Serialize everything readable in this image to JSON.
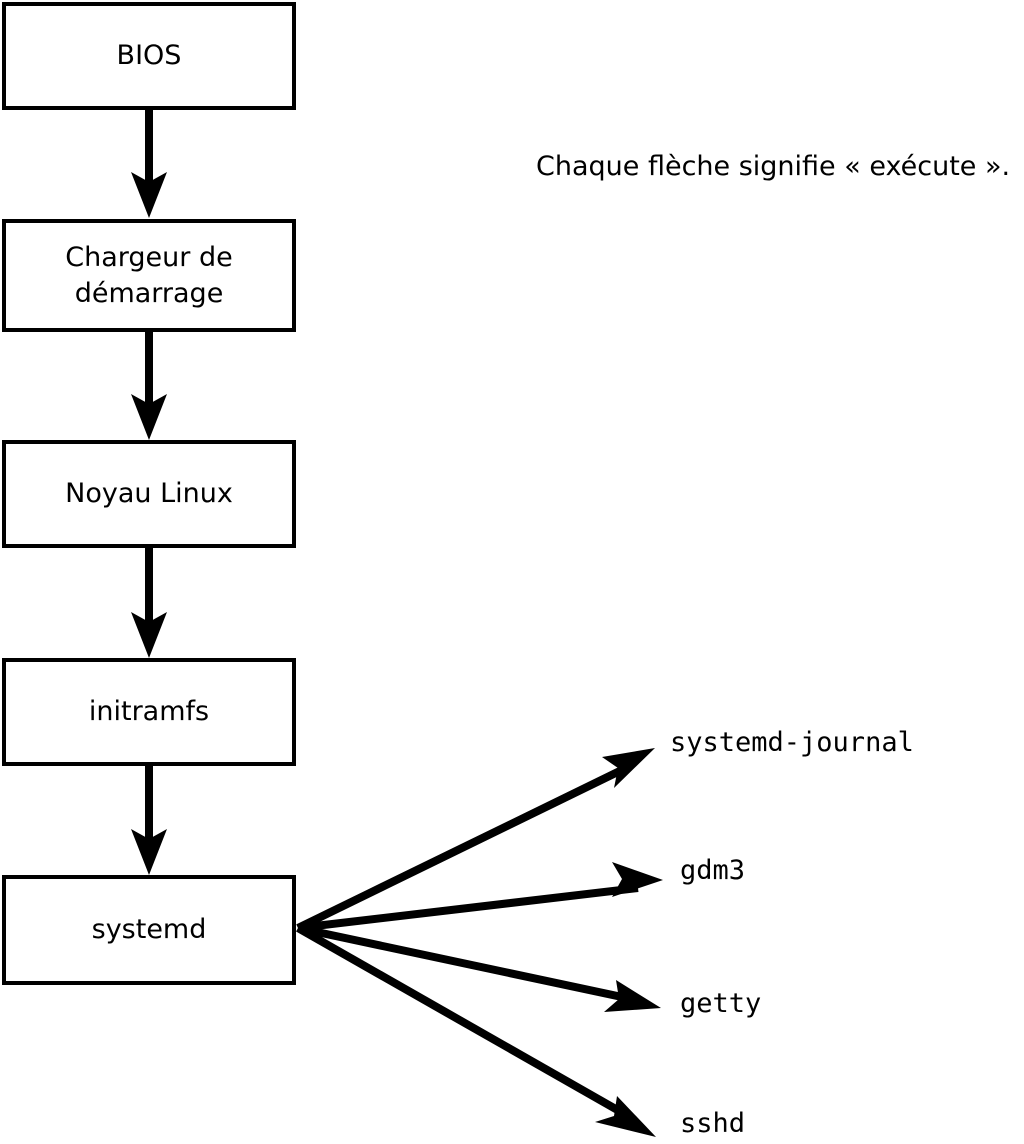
{
  "diagram": {
    "note": "Chaque flèche signifie « exécute ».",
    "arrow_meaning": "exécute",
    "colors": {
      "stroke": "#000000",
      "fill": "#ffffff",
      "text": "#000000"
    },
    "nodes": [
      {
        "id": "bios",
        "label": "BIOS"
      },
      {
        "id": "bootloader",
        "label": "Chargeur de\ndémarrage"
      },
      {
        "id": "kernel",
        "label": "Noyau Linux"
      },
      {
        "id": "initramfs",
        "label": "initramfs"
      },
      {
        "id": "systemd",
        "label": "systemd"
      }
    ],
    "branches": [
      {
        "id": "systemd-journal",
        "label": "systemd-journal"
      },
      {
        "id": "gdm3",
        "label": "gdm3"
      },
      {
        "id": "getty",
        "label": "getty"
      },
      {
        "id": "sshd",
        "label": "sshd"
      }
    ],
    "edges": [
      {
        "from": "bios",
        "to": "bootloader",
        "meaning": "exécute"
      },
      {
        "from": "bootloader",
        "to": "kernel",
        "meaning": "exécute"
      },
      {
        "from": "kernel",
        "to": "initramfs",
        "meaning": "exécute"
      },
      {
        "from": "initramfs",
        "to": "systemd",
        "meaning": "exécute"
      },
      {
        "from": "systemd",
        "to": "systemd-journal",
        "meaning": "exécute"
      },
      {
        "from": "systemd",
        "to": "gdm3",
        "meaning": "exécute"
      },
      {
        "from": "systemd",
        "to": "getty",
        "meaning": "exécute"
      },
      {
        "from": "systemd",
        "to": "sshd",
        "meaning": "exécute"
      }
    ]
  }
}
